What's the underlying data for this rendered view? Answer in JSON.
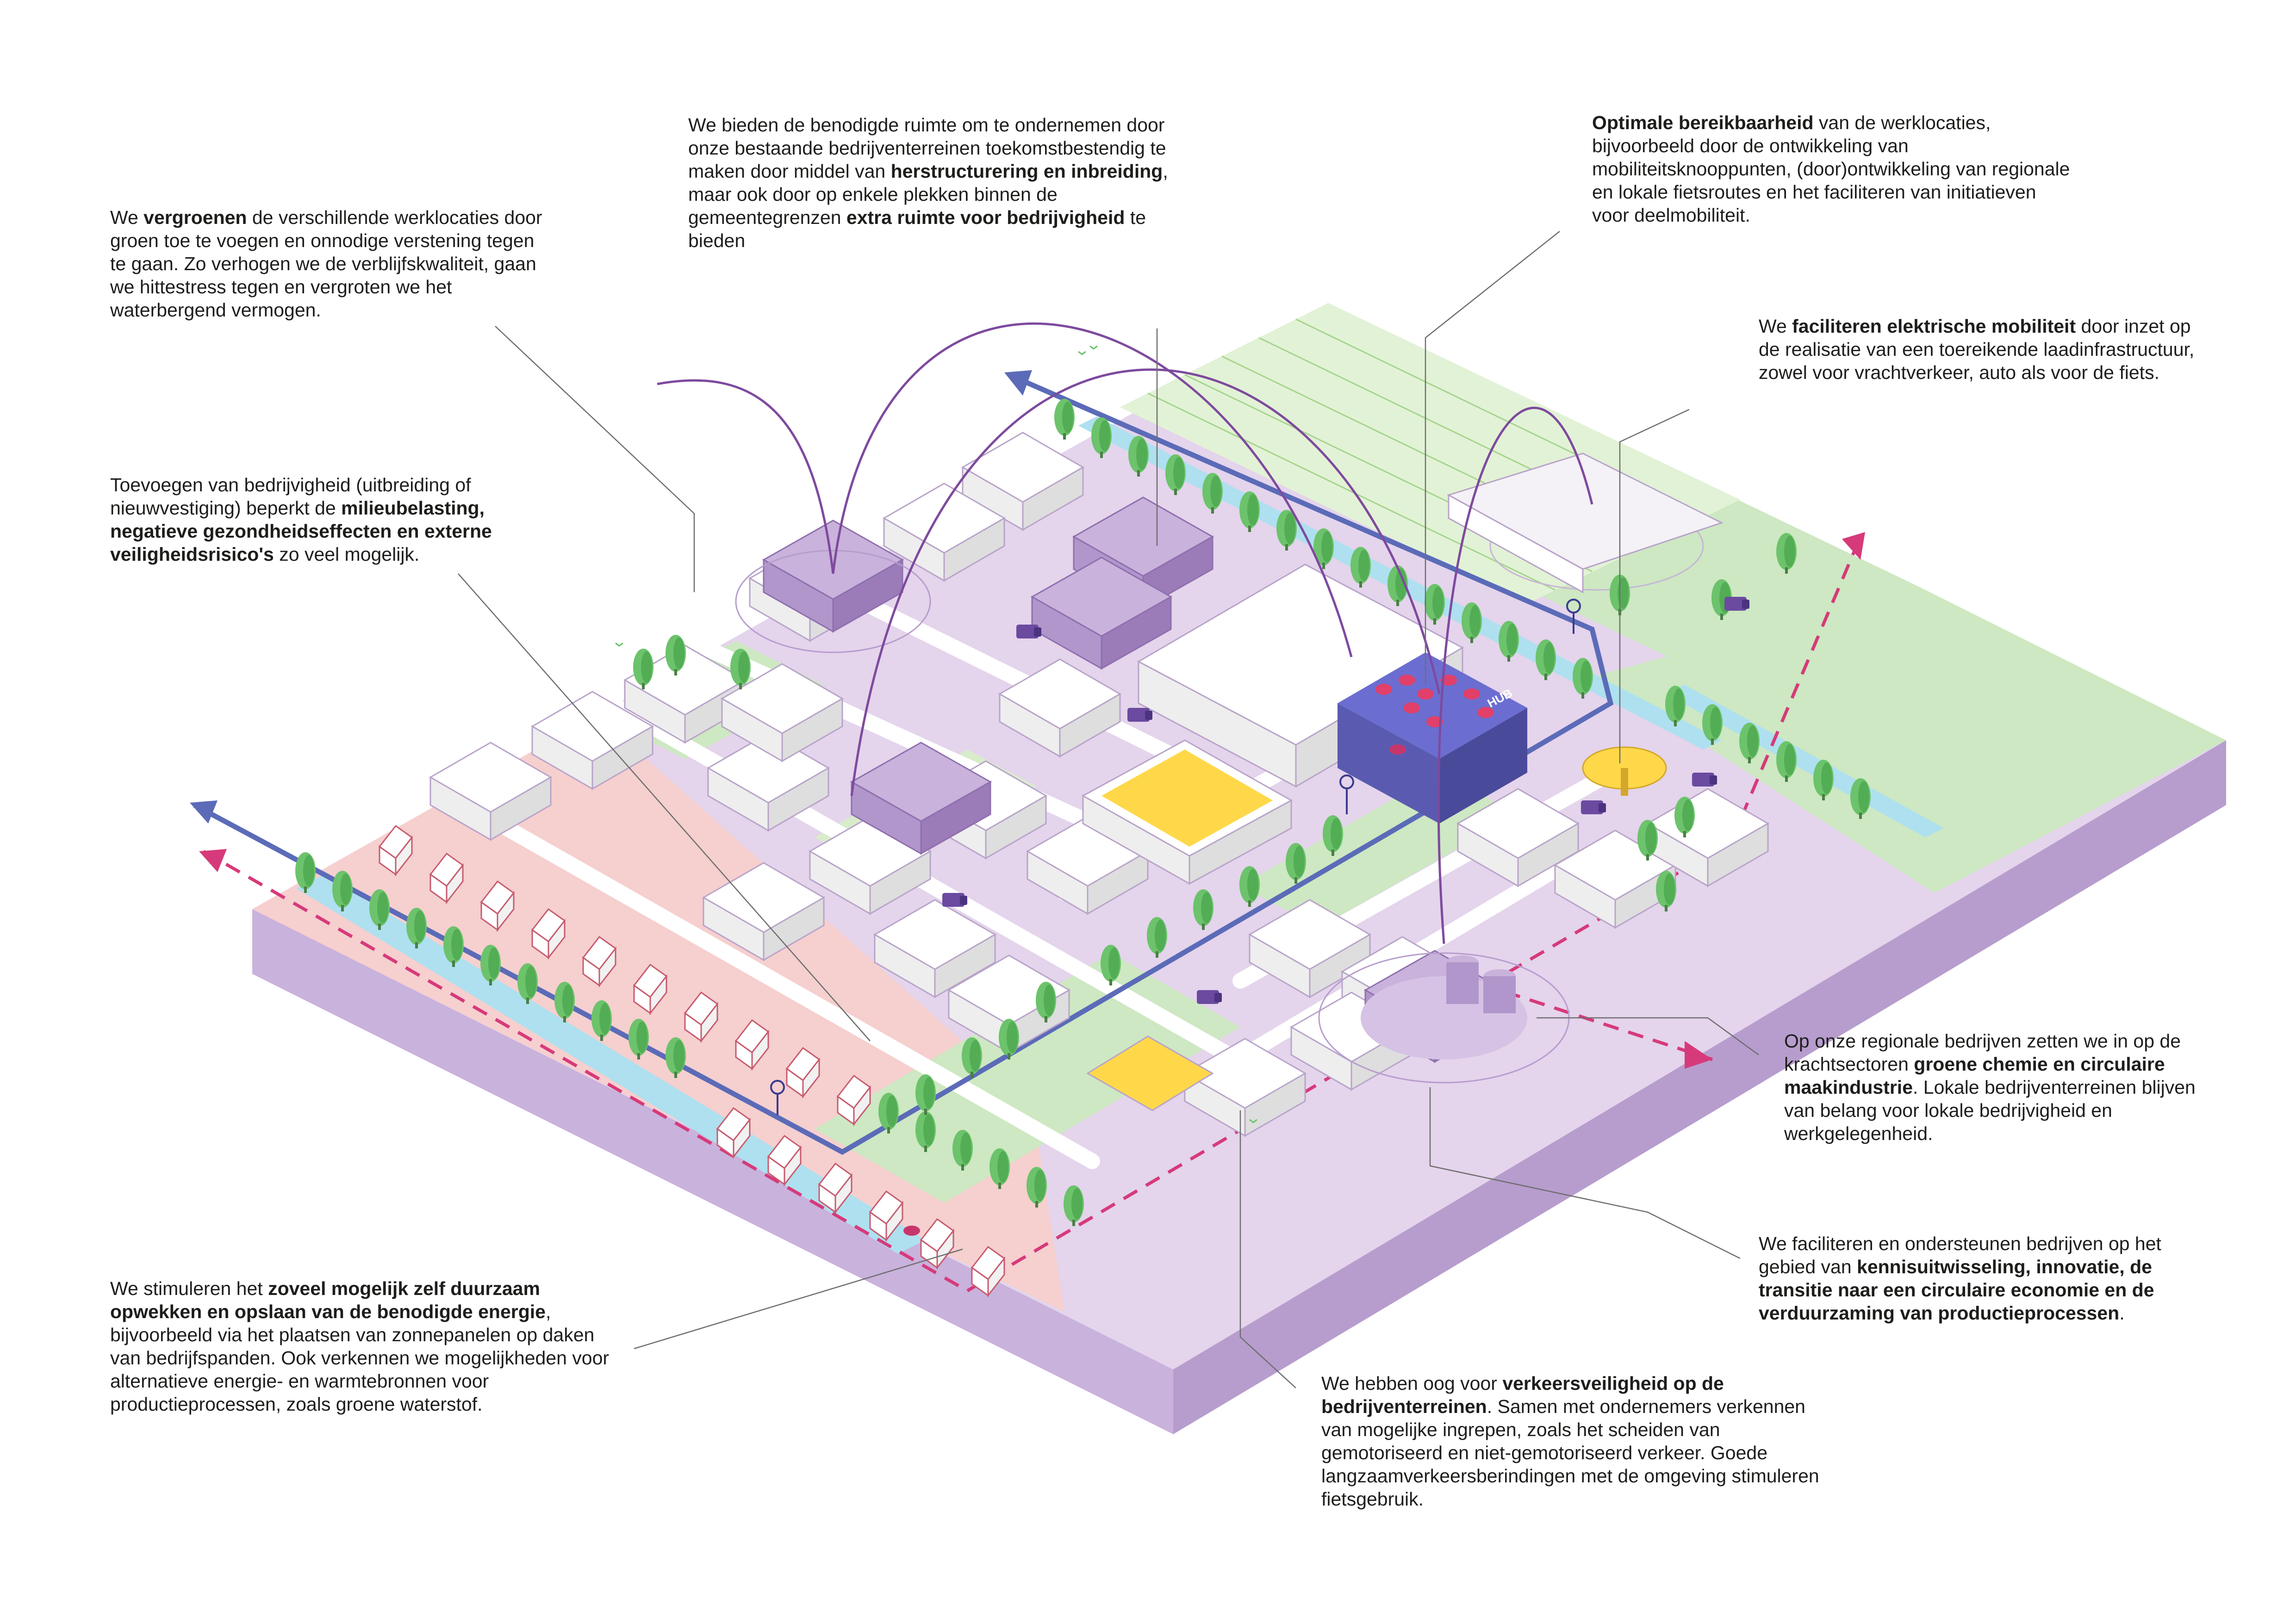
{
  "colors": {
    "purple_light": "#dccbe6",
    "purple_mid": "#c7aed8",
    "purple_dark": "#9b7bb8",
    "hub_blue": "#5a5bb0",
    "green_field": "#cde8c2",
    "tree_green": "#6cc36b",
    "pink_residential": "#f6cfcf",
    "water": "#aee0ef",
    "solar": "#ffd84a",
    "route_blue": "#5b6bb8",
    "dashed_pink": "#d63a7a",
    "leader_line": "#6e6e6e"
  },
  "icons": [
    "arrow-blue-icon",
    "arrow-pink-dashed-icon",
    "tree-icon",
    "truck-icon",
    "car-icon",
    "bus-stop-icon",
    "charging-station-icon",
    "bird-icon"
  ],
  "illustration": {
    "hub_label": "HUB"
  },
  "callouts": {
    "vergroenen": {
      "parts": [
        {
          "t": "We ",
          "b": false
        },
        {
          "t": "vergroenen",
          "b": true
        },
        {
          "t": " de verschillende werklocaties door groen toe te voegen en onnodige verstening tegen te gaan. Zo verhogen we de verblijfskwaliteit, gaan we hittestress tegen en vergroten we het waterbergend vermogen.",
          "b": false
        }
      ]
    },
    "ruimte": {
      "parts": [
        {
          "t": "We bieden de benodigde ruimte om te ondernemen door onze bestaande bedrijventerreinen toekomstbestendig te maken door middel van ",
          "b": false
        },
        {
          "t": "herstructurering en inbreiding",
          "b": true
        },
        {
          "t": ", maar ook door op enkele plekken binnen de gemeentegrenzen ",
          "b": false
        },
        {
          "t": "extra ruimte voor bedrijvigheid",
          "b": true
        },
        {
          "t": " te bieden",
          "b": false
        }
      ]
    },
    "bereikbaarheid": {
      "parts": [
        {
          "t": "Optimale bereikbaarheid",
          "b": true
        },
        {
          "t": " van de werklocaties, bijvoorbeeld door de ontwikkeling van mobiliteitsknooppunten, (door)ontwikkeling van regionale en lokale fietsroutes en het faciliteren van initiatieven voor deelmobiliteit.",
          "b": false
        }
      ]
    },
    "elektrisch": {
      "parts": [
        {
          "t": "We ",
          "b": false
        },
        {
          "t": "faciliteren elektrische mobiliteit",
          "b": true
        },
        {
          "t": " door inzet op de realisatie van een toereikende laadinfrastructuur, zowel voor vrachtverkeer, auto als voor de fiets.",
          "b": false
        }
      ]
    },
    "toevoegen": {
      "parts": [
        {
          "t": "Toevoegen van bedrijvigheid (uitbreiding of nieuwvestiging) beperkt de ",
          "b": false
        },
        {
          "t": "milieubelasting, negatieve gezondheidseffecten en externe veiligheidsrisico's",
          "b": true
        },
        {
          "t": " zo veel mogelijk.",
          "b": false
        }
      ]
    },
    "regionaal": {
      "parts": [
        {
          "t": "Op onze regionale bedrijven zetten we in op de krachtsectoren ",
          "b": false
        },
        {
          "t": "groene chemie en circulaire maakindustrie",
          "b": true
        },
        {
          "t": ". Lokale bedrijventerreinen blijven van belang voor lokale bedrijvigheid en werkgelegenheid.",
          "b": false
        }
      ]
    },
    "kennis": {
      "parts": [
        {
          "t": "We faciliteren en ondersteunen bedrijven op het gebied van ",
          "b": false
        },
        {
          "t": "kennisuitwisseling, innovatie, de transitie naar een circulaire economie en de verduurzaming van productieprocessen",
          "b": true
        },
        {
          "t": ".",
          "b": false
        }
      ]
    },
    "energie": {
      "parts": [
        {
          "t": "We stimuleren het ",
          "b": false
        },
        {
          "t": "zoveel mogelijk zelf duurzaam opwekken en opslaan van de benodigde energie",
          "b": true
        },
        {
          "t": ", bijvoorbeeld via het plaatsen van zonnepanelen op daken van bedrijfspanden. Ook verkennen we mogelijkheden voor alternatieve energie- en warmtebronnen voor productieprocessen, zoals groene waterstof.",
          "b": false
        }
      ]
    },
    "verkeer": {
      "parts": [
        {
          "t": "We hebben oog voor ",
          "b": false
        },
        {
          "t": "verkeersveiligheid op de bedrijventerreinen",
          "b": true
        },
        {
          "t": ". Samen met ondernemers verkennen van mogelijke ingrepen, zoals het scheiden van gemotoriseerd en niet-gemotoriseerd verkeer. Goede langzaamverkeersberindingen met de omgeving stimuleren fietsgebruik.",
          "b": false
        }
      ]
    }
  }
}
